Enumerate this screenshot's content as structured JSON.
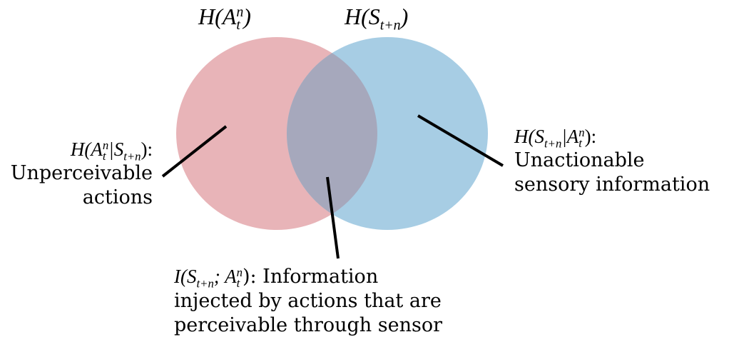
{
  "diagram": {
    "type": "venn",
    "colors": {
      "set_a": "#e8b4b8",
      "set_b": "#a7cde4",
      "overlap": "#a6a8bc",
      "leader_lines": "#000000"
    },
    "sets": [
      {
        "id": "A",
        "title_fn": "H",
        "title_var": "A",
        "title_sup": "n",
        "title_sub": "t"
      },
      {
        "id": "S",
        "title_fn": "H",
        "title_var": "S",
        "title_sub": "t+n"
      }
    ],
    "labels": {
      "left": {
        "expr": {
          "fn": "H",
          "var1": "A",
          "sup1": "n",
          "sub1": "t",
          "sep": "|",
          "var2": "S",
          "sub2": "t+n",
          "suffix": "):"
        },
        "lines": [
          "Unperceivable",
          "actions"
        ]
      },
      "right": {
        "expr": {
          "fn": "H",
          "var1": "S",
          "sub1": "t+n",
          "sep": "|",
          "var2": "A",
          "sup2": "n",
          "sub2": "t",
          "suffix": "):"
        },
        "lines": [
          "Unactionable",
          "sensory information"
        ]
      },
      "middle": {
        "expr": {
          "fn": "I",
          "var1": "S",
          "sub1": "t+n",
          "sep": ";",
          "var2": "A",
          "sup2": "n",
          "sub2": "t",
          "suffix": "): Information"
        },
        "lines": [
          "injected by actions that are",
          "perceivable through sensor"
        ]
      }
    }
  }
}
